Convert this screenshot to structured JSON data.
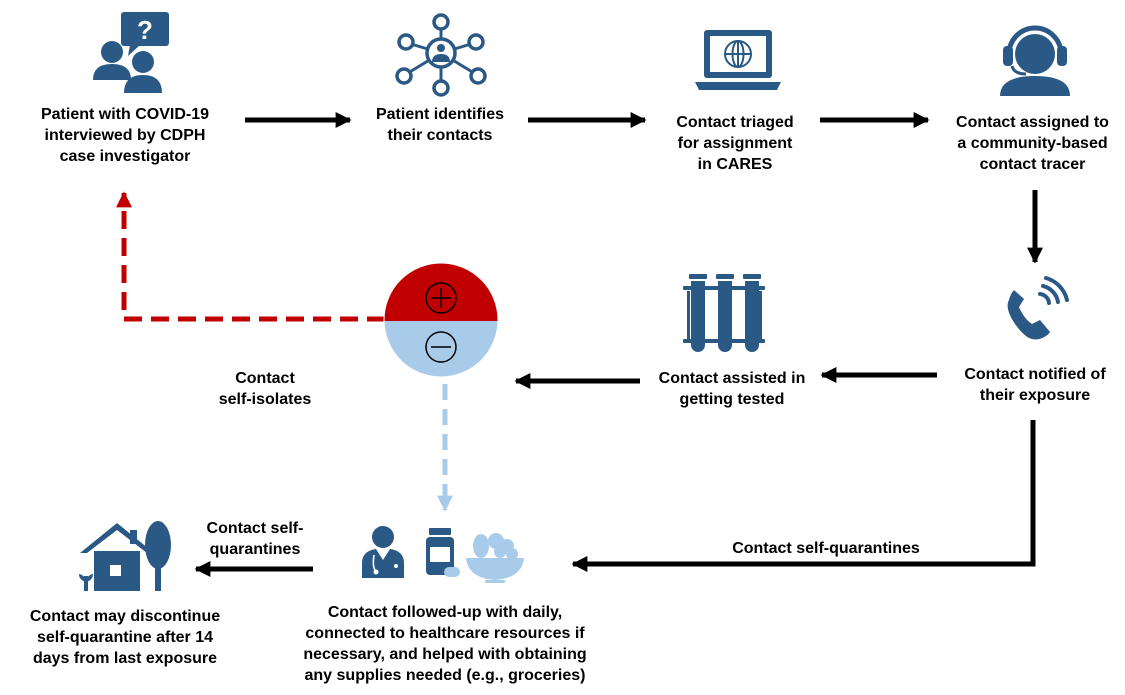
{
  "colors": {
    "icon_blue": "#2b5985",
    "light_blue": "#a9cbea",
    "red": "#c00000",
    "arrow": "#000000"
  },
  "nodes": {
    "interview": {
      "label": "Patient with COVID-19\ninterviewed by CDPH\ncase investigator",
      "icon": "interview-icon"
    },
    "identify": {
      "label": "Patient identifies\ntheir contacts",
      "icon": "network-icon"
    },
    "triage": {
      "label": "Contact triaged\nfor assignment\nin CARES",
      "icon": "laptop-globe-icon"
    },
    "assign": {
      "label": "Contact assigned to\na community-based\ncontact tracer",
      "icon": "headset-person-icon"
    },
    "notify": {
      "label": "Contact notified of\ntheir exposure",
      "icon": "phone-ringing-icon"
    },
    "tested": {
      "label": "Contact assisted in\ngetting tested",
      "icon": "test-tubes-icon"
    },
    "result": {
      "icon": "test-result-icon",
      "positive_symbol": "+",
      "negative_symbol": "−"
    },
    "isolate": {
      "label": "Contact\nself-isolates"
    },
    "followup": {
      "label": "Contact followed-up with daily,\nconnected to healthcare resources if\nnecessary, and helped with obtaining\nany supplies needed (e.g., groceries)",
      "icons": [
        "doctor-icon",
        "medicine-icon",
        "food-bowl-icon"
      ]
    },
    "quarantine_short": {
      "label": "Contact self-\nquarantines"
    },
    "discontinue": {
      "label": "Contact may discontinue\nself-quarantine after 14\ndays from last exposure",
      "icon": "house-tree-icon"
    }
  },
  "edges": {
    "notify_to_followup": {
      "label": "Contact self-quarantines"
    }
  }
}
